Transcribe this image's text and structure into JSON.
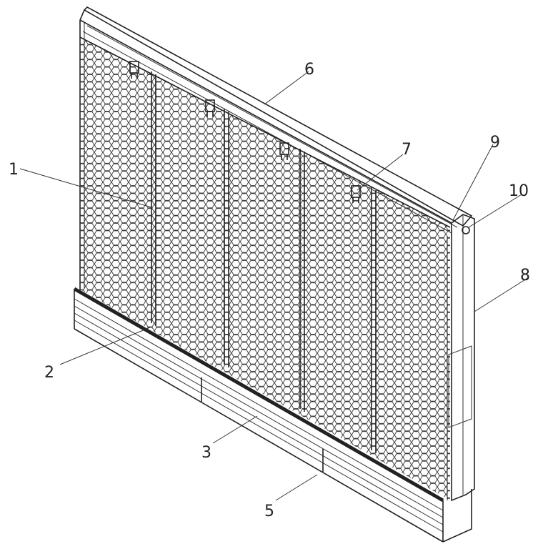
{
  "figure": {
    "callouts": [
      {
        "id": "c1",
        "text": "1"
      },
      {
        "id": "c2",
        "text": "2"
      },
      {
        "id": "c3",
        "text": "3"
      },
      {
        "id": "c5",
        "text": "5"
      },
      {
        "id": "c6",
        "text": "6"
      },
      {
        "id": "c7",
        "text": "7"
      },
      {
        "id": "c8",
        "text": "8"
      },
      {
        "id": "c9",
        "text": "9"
      },
      {
        "id": "c10",
        "text": "10"
      }
    ]
  },
  "colors": {
    "ink": "#222222",
    "background": "#ffffff"
  }
}
